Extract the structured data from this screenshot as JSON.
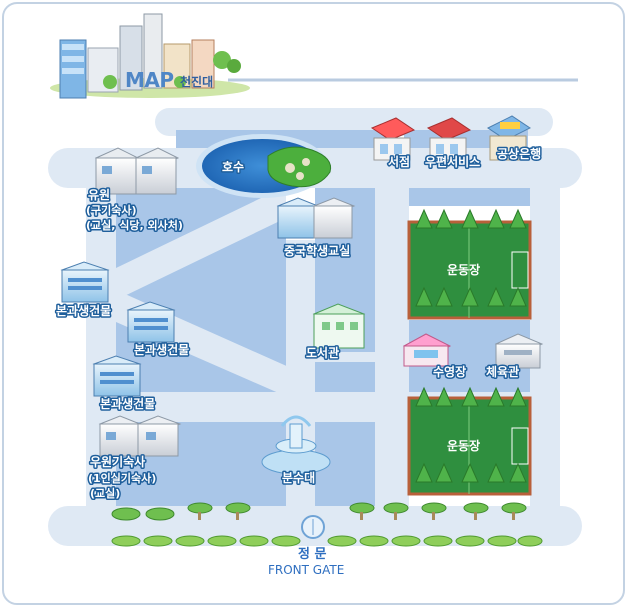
{
  "header": {
    "map_title": "MAP",
    "campus_name": "천진대"
  },
  "places": {
    "lake": "호수",
    "bookstore": "서점",
    "post_office": "우편서비스",
    "bank": "공상은행",
    "youyuan_old_dorm": [
      "유원",
      "(구기숙사)",
      "(교실, 식당, 외사처)"
    ],
    "chinese_student_classroom": "중국학생교실",
    "main_building_1": "본과생건물",
    "main_building_2": "본과생건물",
    "main_building_3": "본과생건물",
    "library": "도서관",
    "swimming_pool": "수영장",
    "gymnasium": "체육관",
    "playground_top": "운동장",
    "playground_bottom": "운동장",
    "fountain": "분수대",
    "youyuan_dorm": [
      "우원기숙사",
      "(1인실기숙사)",
      "(교실)"
    ]
  },
  "gate": {
    "name_ko": "정 문",
    "name_en": "FRONT GATE"
  },
  "colors": {
    "road": "#dfe9f4",
    "block": "#a9c6e8",
    "lake": "#1f6fc0",
    "field": "#2f8f3f",
    "field_border": "#b8603a",
    "label_stroke": "#1f5f9c",
    "frame": "#b8c9dc"
  }
}
